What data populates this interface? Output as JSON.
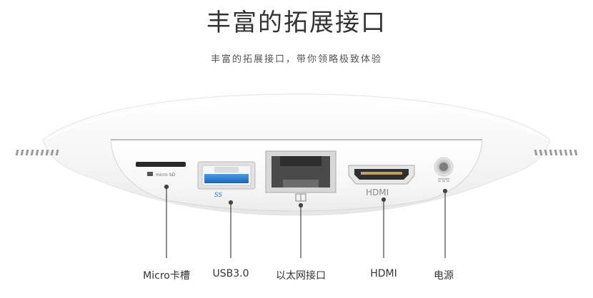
{
  "header": {
    "title": "丰富的拓展接口",
    "subtitle": "丰富的拓展接口，带你领略极致体验"
  },
  "device": {
    "sd_slot_text": "micro SD",
    "usb_text": "SS",
    "hdmi_text": "HDMI"
  },
  "ports": [
    {
      "label": "Micro卡槽",
      "icon": "micro-sd-slot"
    },
    {
      "label": "USB3.0",
      "icon": "usb-port"
    },
    {
      "label": "以太网接口",
      "icon": "ethernet-port"
    },
    {
      "label": "HDMI",
      "icon": "hdmi-port"
    },
    {
      "label": "电源",
      "icon": "power-jack"
    }
  ],
  "colors": {
    "usb_blue": "#2f7fd6",
    "shell": "#f4f4f4",
    "leader_line": "#444444"
  }
}
